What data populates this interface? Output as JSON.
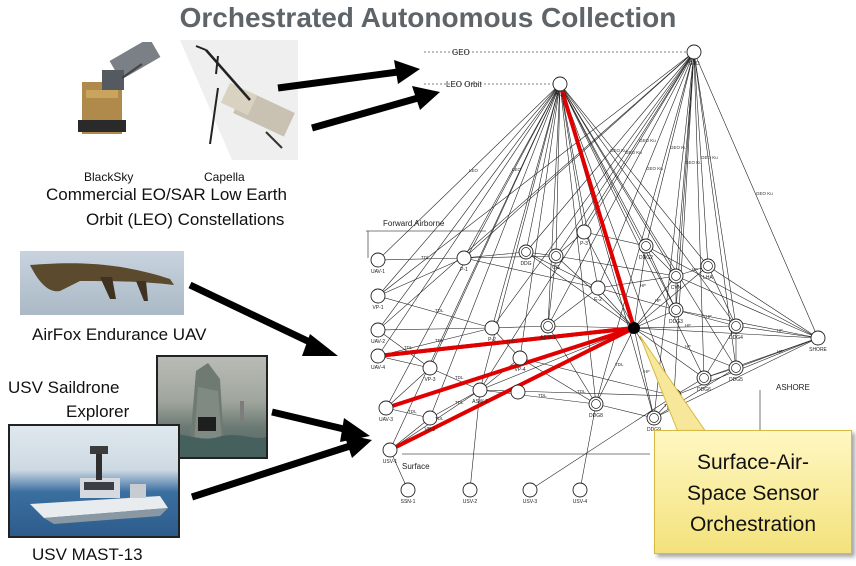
{
  "title": "Orchestrated Autonomous Collection",
  "captions": {
    "blacksky": "BlackSky",
    "capella": "Capella",
    "leo_line1": "Commercial EO/SAR Low Earth",
    "leo_line2": "Orbit (LEO) Constellations",
    "airfox": "AirFox Endurance UAV",
    "saildrone_line1": "USV Saildrone",
    "saildrone_line2": "Explorer",
    "mast": "USV MAST-13"
  },
  "network": {
    "layer_labels": {
      "geo": "GEO",
      "leo": "LEO Orbit",
      "forward_airborne": "Forward Airborne",
      "ashore": "ASHORE",
      "surface": "Surface"
    },
    "node_labels": {
      "geo": "GEO",
      "leo": "P-8",
      "hub": "",
      "shore": "SHORE",
      "uav1": "UAV-1",
      "vp1": "VP-1",
      "uav2": "UAV-2",
      "uav4": "UAV-4",
      "uav3": "UAV-3",
      "usv": "USV-1",
      "p1": "P-1",
      "p2": "P-2",
      "p3": "P-3",
      "e2": "E-2",
      "vp3": "VP-3",
      "vp2": "VP-2",
      "vp4": "VP-4",
      "asw1": "ASW-1",
      "asw2": "ASW-2",
      "mc1": "DDG",
      "mc2": "CG",
      "mc3": "DDG2",
      "mc4": "CVN",
      "mc5": "LHA",
      "mc6": "DDG3",
      "mc7": "DDG4",
      "mc8": "DDG5",
      "mc9": "DDG6",
      "mc10": "DDG7",
      "mc11": "DDG8",
      "mc12": "DDG9",
      "ssn1": "SSN-1",
      "ssn2": "USV-2",
      "ssn3": "USV-3",
      "ssn4": "USV-4"
    },
    "link_labels": {
      "tdl": "TDL",
      "hf": "HF",
      "geo_ku": "GEO Ku",
      "leo_link": "LEO"
    }
  },
  "callout": {
    "line1": "Surface-Air-",
    "line2": "Space Sensor",
    "line3": "Orchestration"
  },
  "colors": {
    "title": "#5f6468",
    "highlight": "#e00000",
    "arrow": "#000000",
    "callout_fill": "#fbeea0",
    "callout_border": "#d7b840"
  },
  "icons": {
    "satellite1": "blacksky-satellite-image",
    "satellite2": "capella-satellite-image",
    "uav": "airfox-uav-image",
    "saildrone": "saildrone-image",
    "mast": "mast13-boat-image"
  }
}
